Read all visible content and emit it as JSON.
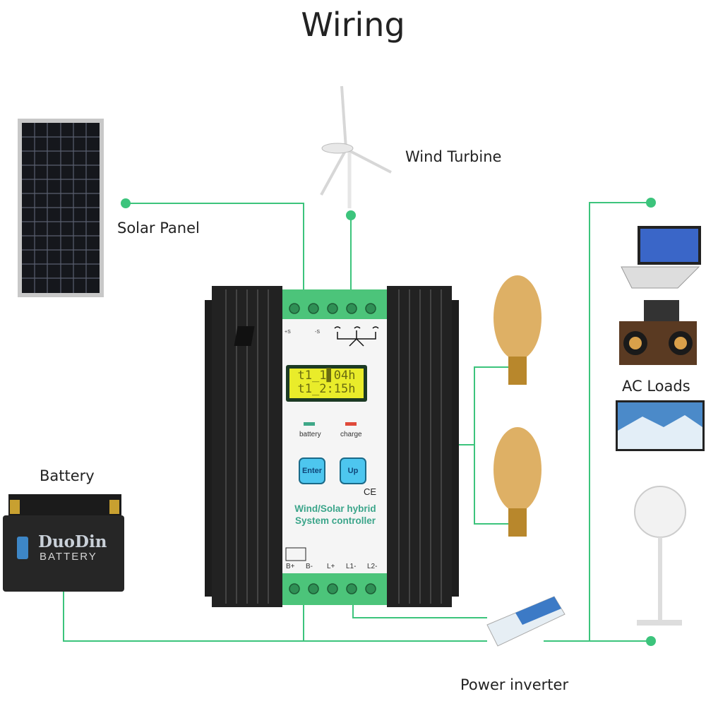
{
  "title": "Wiring",
  "labels": {
    "solar_panel": "Solar Panel",
    "wind_turbine": "Wind Turbine",
    "battery": "Battery",
    "ac_loads": "AC Loads",
    "power_inverter": "Power inverter"
  },
  "controller": {
    "lcd_line1": "t1_1▋04h",
    "lcd_line2": "t1_2:15h",
    "led_battery": "battery",
    "led_charge": "charge",
    "enter_button": "Enter",
    "up_button": "Up",
    "ce_mark": "CE",
    "product_line1": "Wind/Solar hybrid",
    "product_line2": "System controller",
    "terminals": [
      "B+",
      "B-",
      "L+",
      "L1-",
      "L2-"
    ],
    "solar_marks": [
      "+S",
      "-S"
    ]
  },
  "battery_brand": {
    "line1": "DuoDin",
    "line2": "BATTERY"
  },
  "colors": {
    "wire": "#3cc47c",
    "lcd": "#e9ec2a",
    "button": "#4dc6ef",
    "terminal": "#4cc47a",
    "heatsink": "#1b1b1b"
  }
}
